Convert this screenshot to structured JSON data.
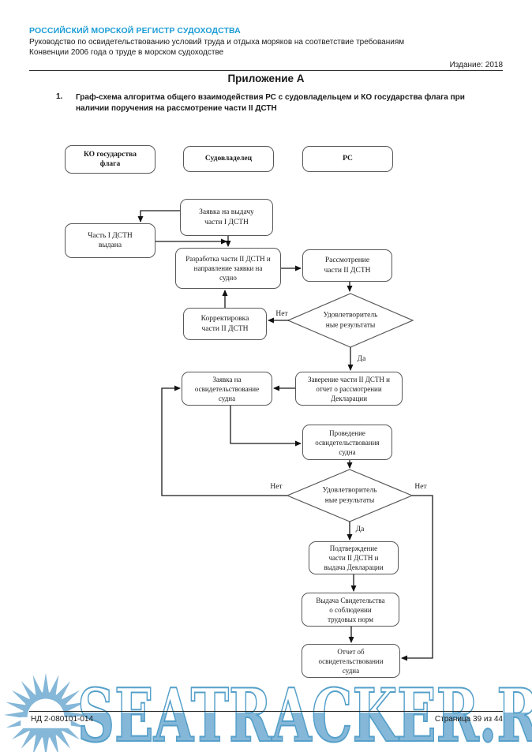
{
  "header": {
    "org": "РОССИЙСКИЙ МОРСКОЙ РЕГИСТР СУДОХОДСТВА",
    "doc_line1": "Руководство по освидетельствованию условий труда и отдыха моряков на соответствие требованиям",
    "doc_line2": "Конвенции 2006 года о труде в морском судоходстве",
    "edition": "Издание: 2018",
    "accent_color": "#1b9cd6"
  },
  "title": "Приложение А",
  "item": {
    "number": "1.",
    "text": "Граф-схема алгоритма общего взаимодействия РС с судовладельцем и КО государства флага при наличии поручения на рассмотрение части II ДСТН"
  },
  "flowchart": {
    "line_color": "#1a1a1a",
    "box_border_color": "#58585a",
    "nodes": [
      {
        "id": "lane-flag-state",
        "lines": [
          "КО государства",
          "флага"
        ],
        "bold": true
      },
      {
        "id": "lane-shipowner",
        "lines": [
          "Судовладелец"
        ],
        "bold": true
      },
      {
        "id": "lane-rs",
        "lines": [
          "РС"
        ],
        "bold": true
      },
      {
        "id": "request-part1",
        "lines": [
          "Заявка на выдачу",
          "части I ДСТН"
        ]
      },
      {
        "id": "part1-issued",
        "lines": [
          "Часть I ДСТН",
          "выдана"
        ]
      },
      {
        "id": "develop-part2",
        "lines": [
          "Разработка части II ДСТН и",
          "направление заявки на",
          "судно"
        ],
        "small": true
      },
      {
        "id": "review-part2",
        "lines": [
          "Рассмотрение",
          "части II ДСТН"
        ]
      },
      {
        "id": "correct-part2",
        "lines": [
          "Корректировка",
          "части II ДСТН"
        ]
      },
      {
        "id": "certify-part2",
        "lines": [
          "Заверение части II ДСТН и",
          "отчет о рассмотрении",
          "Декларации"
        ],
        "small": true
      },
      {
        "id": "survey-request",
        "lines": [
          "Заявка на",
          "освидетельствование",
          "судна"
        ],
        "small": true
      },
      {
        "id": "survey-conduct",
        "lines": [
          "Проведение",
          "освидетельствования",
          "судна"
        ],
        "small": true
      },
      {
        "id": "confirm-part2",
        "lines": [
          "Подтверждение",
          "части II ДСТН и",
          "выдача Декларации"
        ],
        "small": true
      },
      {
        "id": "issue-certificate",
        "lines": [
          "Выдача Свидетельства",
          "о соблюдении",
          "трудовых норм"
        ],
        "small": true
      },
      {
        "id": "survey-report",
        "lines": [
          "Отчет об",
          "освидетельствовании",
          "судна"
        ],
        "small": true
      }
    ],
    "decisions": [
      {
        "id": "decision-1",
        "lines": [
          "Удовлетворитель",
          "ные результаты"
        ]
      },
      {
        "id": "decision-2",
        "lines": [
          "Удовлетворитель",
          "ные результаты"
        ]
      }
    ],
    "edge_labels": [
      {
        "id": "no-1",
        "text": "Нет"
      },
      {
        "id": "yes-1",
        "text": "Да"
      },
      {
        "id": "no-2-left",
        "text": "Нет"
      },
      {
        "id": "no-2-right",
        "text": "Нет"
      },
      {
        "id": "yes-2",
        "text": "Да"
      }
    ]
  },
  "footer": {
    "doc_number": "НД 2-080101-014",
    "page": "Страница 39 из 44"
  },
  "watermark": {
    "text": "SEATRACKER.RU",
    "fill_color": "#85b7d8",
    "outline_color": "#55a0ca",
    "logo": "sun-icon"
  }
}
